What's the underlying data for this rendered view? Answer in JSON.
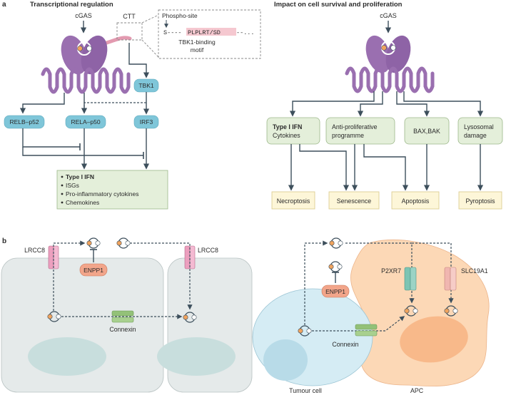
{
  "panel_a": {
    "letter": "a",
    "left_title": "Transcriptional regulation",
    "right_title": "Impact on cell survival and proliferation",
    "cgas_left": "cGAS",
    "ctt": "CTT",
    "phospho_site": "Phospho-site",
    "motif_seq_pre": "S----",
    "motif_seq_highlight": "PLPLRT/SD",
    "motif_seq_post": "--...",
    "motif_line1": "TBK1-binding",
    "motif_line2": "motif",
    "tbk1": "TBK1",
    "relb": "RELB–p52",
    "rela": "RELA–p50",
    "irf3": "IRF3",
    "output_list": [
      "Type I IFN",
      "ISGs",
      "Pro-inflammatory cytokines",
      "Chemokines"
    ],
    "cgas_right": "cGAS",
    "effects": {
      "ifn_bold": "Type I IFN",
      "ifn_sub": "Cytokines",
      "antiprolif_1": "Anti-proliferative",
      "antiprolif_2": "programme",
      "bax": "BAX,BAK",
      "lyso_1": "Lysosomal",
      "lyso_2": "damage"
    },
    "outcomes": [
      "Necroptosis",
      "Senescence",
      "Apoptosis",
      "Pyroptosis"
    ]
  },
  "panel_b": {
    "letter": "b",
    "lrcc8_left": "LRCC8",
    "lrcc8_right": "LRCC8",
    "enpp1_left": "ENPP1",
    "connexin_left": "Connexin",
    "enpp1_right": "ENPP1",
    "p2rx7": "P2XR7",
    "slc19a1": "SLC19A1",
    "connexin_right": "Connexin",
    "tumour_cell": "Tumour cell",
    "apc": "APC"
  },
  "colors": {
    "cgas_purple": "#9a6fb0",
    "blue_box": "#7fc6d9",
    "green_box": "#e4efda",
    "yellow_box": "#fdf6d8",
    "arrow": "#3d4f5c",
    "cell_grey": "#e5eaea",
    "apc_orange": "#fcd8b6",
    "tumour_blue": "#d5ecf4",
    "enpp1": "#f2a58a",
    "lrcc8_pink": "#ec9fbe",
    "connexin_green": "#93c178",
    "p2rx7_teal": "#7cc4b3",
    "slc19a1_pink": "#f0b6b0",
    "highlight": "#f5c8d0"
  }
}
